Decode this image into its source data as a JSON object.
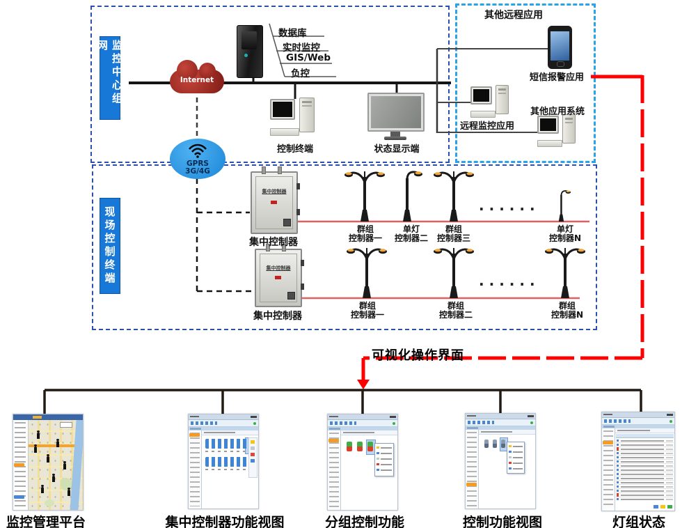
{
  "colors": {
    "region_border_blue": "#2d4fae",
    "region_border_cyan": "#2aa3e8",
    "side_label_bg": "#1878d8",
    "internet_cloud_red": "#8a211a",
    "gprs_blue": "#1b86d8",
    "accent_red": "#fe0000",
    "lamp_feeder_red": "#e06060",
    "bus_black": "#141414",
    "tree_sel_orange": "#f59a23"
  },
  "monitoring_center": {
    "side_label": "监控中心组网",
    "server_labels": {
      "l1": "数据库",
      "l2": "实时监控",
      "l3": "GIS/Web",
      "l4": "负控"
    },
    "internet_label": "Internet",
    "gprs": {
      "line1": "GPRS",
      "line2": "3G/4G"
    },
    "control_terminal": "控制终端",
    "status_display": "状态显示端"
  },
  "remote_apps": {
    "title": "其他远程应用",
    "sms_app": "短信报警应用",
    "remote_monitor": "远程监控应用",
    "other_system": "其他应用系统"
  },
  "field_terminal": {
    "side_label": "现场控制终端",
    "controller1": {
      "panel_label": "集中控制器",
      "caption": "集中控制器"
    },
    "controller2": {
      "panel_label": "集中控制器",
      "caption": "集中控制器"
    },
    "row1": {
      "lamp1": {
        "line1": "群组",
        "line2": "控制器一"
      },
      "lamp2": {
        "line1": "单灯",
        "line2": "控制器二"
      },
      "lamp3": {
        "line1": "群组",
        "line2": "控制器三"
      },
      "dots": "······",
      "lampN": {
        "line1": "单灯",
        "line2": "控制器N"
      }
    },
    "row2": {
      "lamp1": {
        "line1": "群组",
        "line2": "控制器一"
      },
      "lamp2": {
        "line1": "群组",
        "line2": "控制器二"
      },
      "dots": "······",
      "lampN": {
        "line1": "群组",
        "line2": "控制器N"
      }
    }
  },
  "visual_interface_label": "可视化操作界面",
  "screens": {
    "s1": {
      "label": "监控管理平台"
    },
    "s2": {
      "label": "集中控制器功能视图"
    },
    "s3": {
      "label": "分组控制功能"
    },
    "s4": {
      "label": "控制功能视图"
    },
    "s5": {
      "label": "灯组状态"
    }
  }
}
